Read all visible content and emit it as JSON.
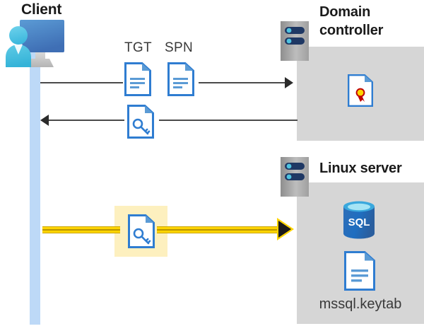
{
  "diagram": {
    "title_client": "Client",
    "title_domain_controller": "Domain controller",
    "title_linux_server": "Linux server",
    "labels": {
      "tgt": "TGT",
      "spn": "SPN",
      "keytab_file": "mssql.keytab",
      "sql_badge": "SQL"
    },
    "icons": {
      "client": "client-workstation-icon",
      "rack": "server-rack-icon",
      "document": "document-icon",
      "key_document": "key-document-icon",
      "certificate_document": "certificate-document-icon",
      "sql_database": "sql-database-icon"
    },
    "flows": [
      {
        "name": "request-tgt-spn",
        "direction": "client-to-domain-controller",
        "payload": "TGT SPN"
      },
      {
        "name": "return-service-ticket",
        "direction": "domain-controller-to-client",
        "payload": "key-document"
      },
      {
        "name": "present-service-ticket",
        "direction": "client-to-linux-server",
        "payload": "key-document",
        "highlighted": true
      }
    ],
    "colors": {
      "lifeline": "#bdd9f7",
      "panel": "#d6d6d6",
      "rack": "#9b9b9b",
      "highlight": "#fdf0bf",
      "accent_yellow": "#ffd400",
      "accent_blue": "#2f7dd1",
      "line": "#4a4a4a"
    }
  }
}
